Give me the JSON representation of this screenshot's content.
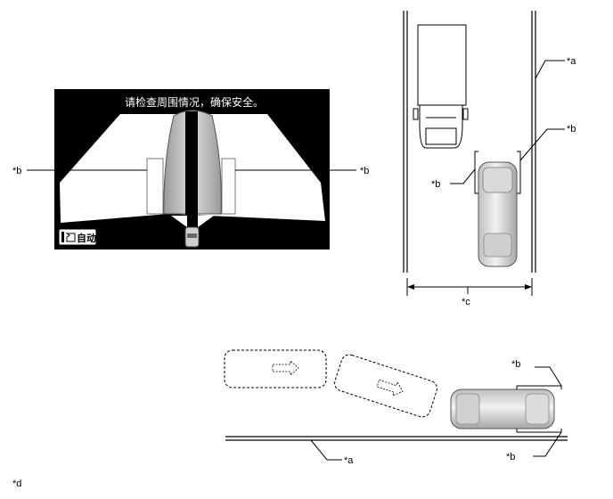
{
  "monitor": {
    "message": "请检查周围情况，确保安全。",
    "auto_button": "自动"
  },
  "labels": {
    "a": "*a",
    "b": "*b",
    "c": "*c",
    "d": "*d"
  }
}
